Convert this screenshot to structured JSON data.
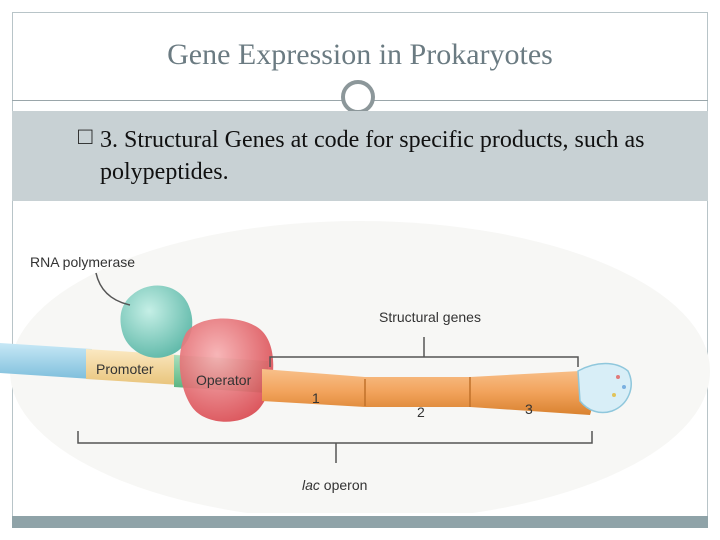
{
  "slide": {
    "title": "Gene Expression in Prokaryotes",
    "bullet_glyph": "□",
    "bullet_text": "3. Structural Genes at code for specific products, such as polypeptides."
  },
  "diagram": {
    "labels": {
      "rna_polymerase": "RNA polymerase",
      "promoter": "Promoter",
      "operator": "Operator",
      "structural_genes": "Structural genes",
      "lac_operon_italic": "lac",
      "lac_operon_rest": " operon"
    },
    "gene_numbers": [
      "1",
      "2",
      "3"
    ],
    "colors": {
      "dna_blue": "#9fd3ea",
      "promoter": "#f5dba0",
      "operator": "#7cc69a",
      "genes": "#f2a35c",
      "polymerase": "#86cfc2",
      "repressor": "#e86a6f"
    }
  }
}
